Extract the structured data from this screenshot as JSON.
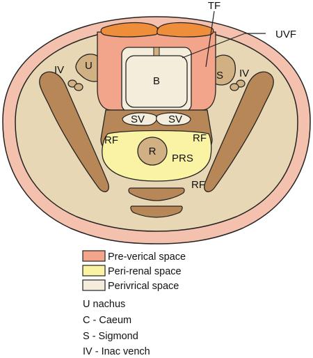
{
  "labels": {
    "tf": "TF",
    "uvf": "UVF",
    "iv_left": "IV",
    "iv_right": "IV",
    "u": "U",
    "s": "S",
    "b": "B",
    "sv_left": "SV",
    "sv_right": "SV",
    "rf_left": "RF",
    "rf_right": "RF",
    "rf_bottom": "RF",
    "r": "R",
    "prs": "PRS"
  },
  "legend": {
    "swatches": [
      {
        "label": "Pre-verical space",
        "color": "#f3a58b"
      },
      {
        "label": "Peri-renal space",
        "color": "#fbf3a4"
      },
      {
        "label": "Perivrical space",
        "color": "#f4eddc"
      }
    ],
    "lines": [
      "U nachus",
      "C - Caeum",
      "S - Sigmond",
      "IV - Inac vench"
    ]
  },
  "colors": {
    "skin": "#f3c1ad",
    "body": "#e8d7b4",
    "muscle": "#b78758",
    "muscle_light": "#d1b184",
    "prevesical": "#f3a58b",
    "rectus": "#ef8e3a",
    "perirectal": "#fbf3a4",
    "perivesical": "#f4eddc",
    "outline": "#222222"
  }
}
